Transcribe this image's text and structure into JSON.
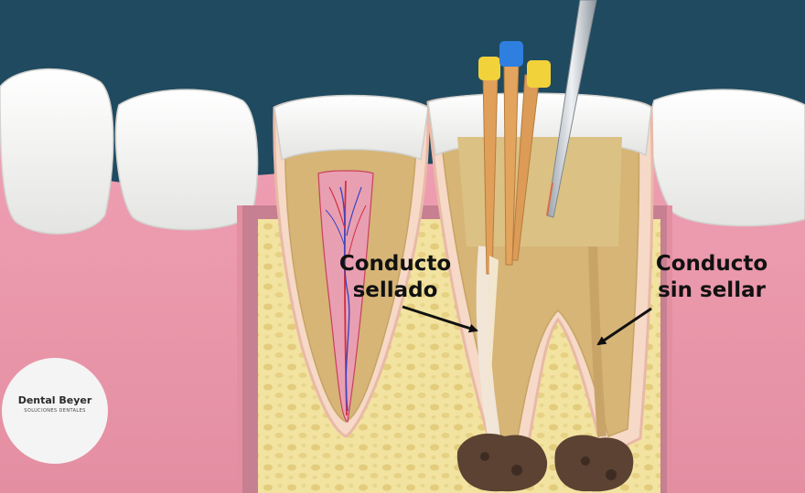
{
  "labels": {
    "sealed": [
      "Conducto",
      "sellado"
    ],
    "unsealed": [
      "Conducto",
      "sin sellar"
    ]
  },
  "logo": {
    "title": "Dental Beyer",
    "subtitle": "SOLUCIONES DENTALES"
  },
  "colors": {
    "background": "#1f4a60",
    "gum": "#ec9fb0",
    "bone": "#f3e7a9",
    "dentin": "#d8b878",
    "enamel": "#f2f2f0",
    "pulp": "#e9a0b0",
    "gutta_percha": "#e0a05a",
    "file_cap_yellow": "#f2d23a",
    "file_cap_blue": "#2f7fe0",
    "text": "#111111"
  },
  "icons": {
    "logo": "tooth-icon",
    "arrows": "arrow-icon"
  }
}
